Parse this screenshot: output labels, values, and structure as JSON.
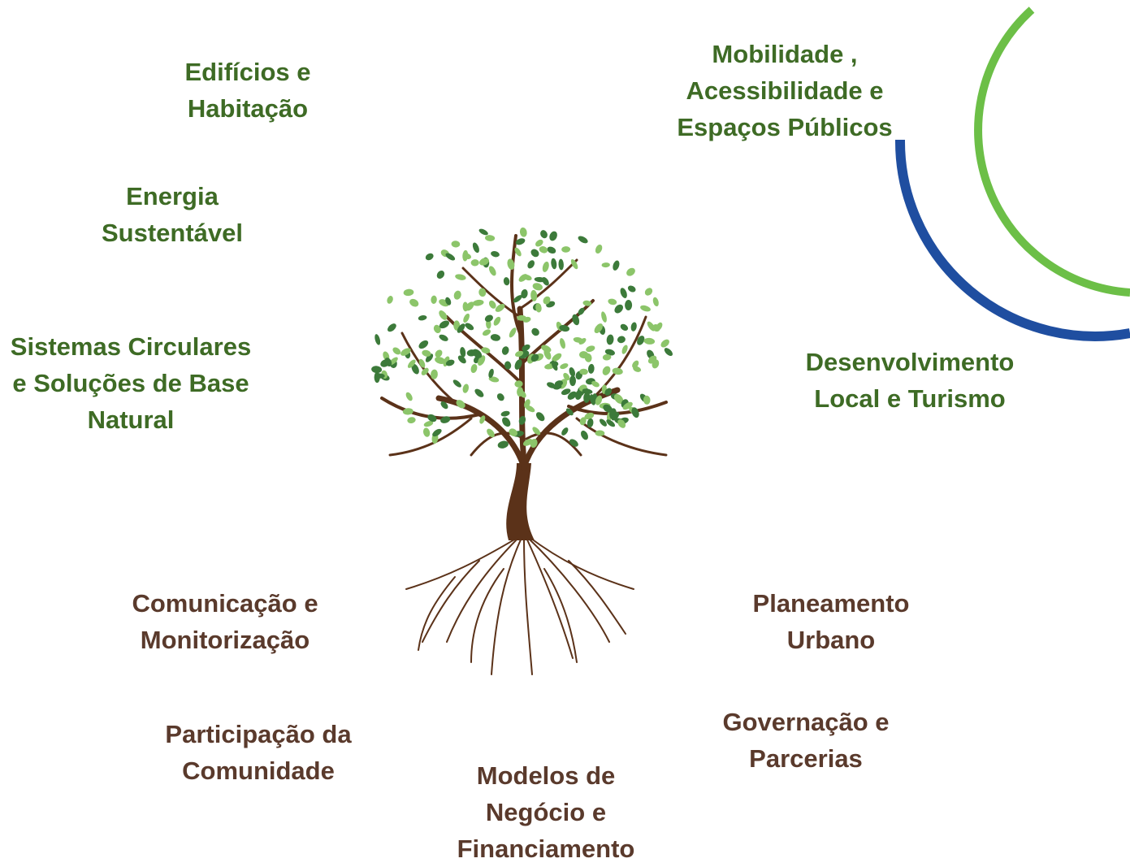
{
  "colors": {
    "leaf_text": "#3e6b25",
    "root_text": "#5a3a2c",
    "arc_green": "#6cbf47",
    "arc_blue": "#1f4ea0",
    "trunk": "#5b3219",
    "leaf_dark": "#3c7a3a",
    "leaf_light": "#8cc56a"
  },
  "topics": {
    "edificios": [
      "Edifícios e",
      "Habitação"
    ],
    "energia": [
      "Energia",
      "Sustentável"
    ],
    "sistemas": [
      "Sistemas Circulares",
      "e Soluções de Base",
      "Natural"
    ],
    "mobilidade": [
      "Mobilidade ,",
      "Acessibilidade e",
      "Espaços Públicos"
    ],
    "desenvolvimento": [
      "Desenvolvimento",
      "Local e Turismo"
    ],
    "comunicacao": [
      "Comunicação e",
      "Monitorização"
    ],
    "participacao": [
      "Participação da",
      "Comunidade"
    ],
    "modelos": [
      "Modelos de",
      "Negócio e",
      "Financiamento"
    ],
    "planeamento": [
      "Planeamento",
      "Urbano"
    ],
    "governacao": [
      "Governação e",
      "Parcerias"
    ]
  }
}
